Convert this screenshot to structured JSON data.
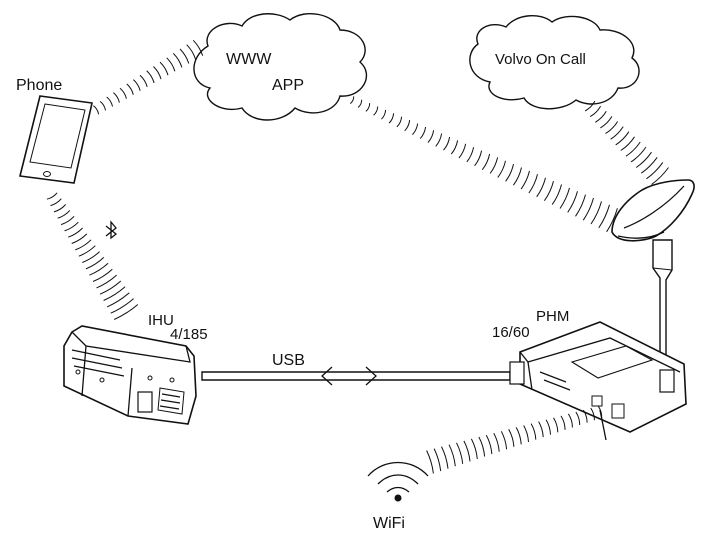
{
  "labels": {
    "phone": "Phone",
    "www": "WWW",
    "app": "APP",
    "voc": "Volvo On Call",
    "ihu": "IHU",
    "ihu_code": "4/185",
    "phm": "PHM",
    "phm_code": "16/60",
    "usb": "USB",
    "wifi": "WiFi"
  },
  "icons": [
    "bluetooth-icon",
    "wifi-icon",
    "phone-icon",
    "antenna-icon"
  ],
  "colors": {
    "stroke": "#111111",
    "fill": "#ffffff"
  }
}
